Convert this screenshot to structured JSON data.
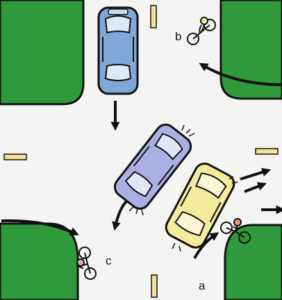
{
  "labels": {
    "a": "a",
    "b": "b",
    "c": "c"
  },
  "colors": {
    "grass": "#2f9a3c",
    "road": "#f4f4f2",
    "lane_marking": "#f2e29a",
    "car_blue": "#7fa8d8",
    "car_lavender": "#aab0e4",
    "car_yellow": "#f4ec9c",
    "outline": "#111111"
  },
  "icons": [
    "arrow-icon",
    "car-icon",
    "bicycle-icon"
  ]
}
